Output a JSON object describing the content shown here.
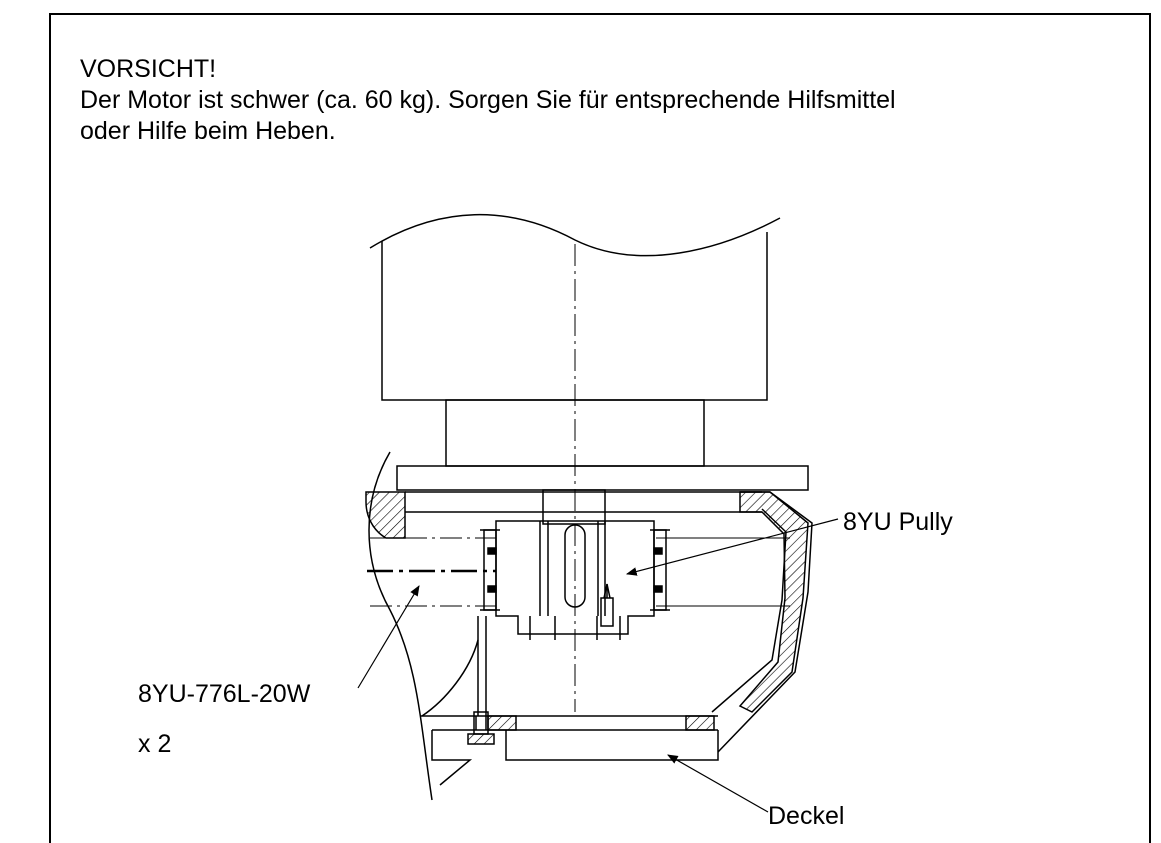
{
  "warning": {
    "heading": "VORSICHT!",
    "line1": "Der Motor ist schwer (ca. 60 kg). Sorgen Sie für entsprechende Hilfsmittel",
    "line2": "oder Hilfe beim Heben."
  },
  "labels": {
    "pulley": "8YU Pully",
    "belt_part": "8YU-776L-20W",
    "belt_qty": "x 2",
    "cover": "Deckel"
  },
  "colors": {
    "line": "#000000",
    "background": "#ffffff"
  }
}
